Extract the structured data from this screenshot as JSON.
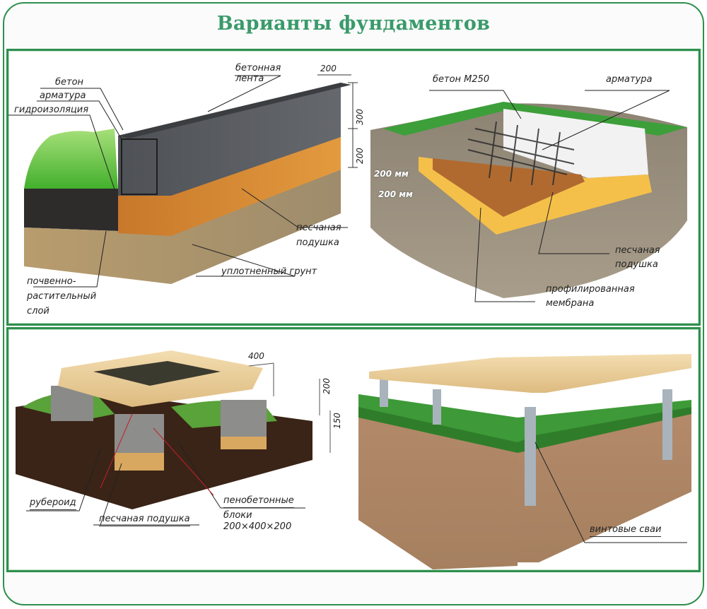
{
  "title": "Варианты фундаментов",
  "colors": {
    "frame_green": "#2f8f4e",
    "title_green": "#3a9a6a",
    "concrete": "#5a5d62",
    "sand": "#d9892f",
    "soil": "#b69a6a",
    "grass": "#4fbf3a",
    "timber": "#e8c98c",
    "dark_soil": "#3a2417"
  },
  "diagrams": [
    {
      "id": "strip-foundation",
      "labels": {
        "beton": "бетон",
        "armatura": "арматура",
        "gidroizolyaciya": "гидроизоляция",
        "betonnaya_lenta_1": "бетонная",
        "betonnaya_lenta_2": "лента",
        "peschanaya_1": "песчаная",
        "peschanaya_2": "подушка",
        "uplotnenny_grunt": "уплотненный грунт",
        "pochvenno_1": "почвенно-",
        "pochvenno_2": "растительный",
        "pochvenno_3": "слой"
      },
      "dimensions": {
        "width": "200",
        "height_concrete": "300",
        "height_sand": "200"
      }
    },
    {
      "id": "slab-foundation",
      "labels": {
        "beton_m250": "бетон М250",
        "armatura": "арматура",
        "peschanaya_1": "песчаная",
        "peschanaya_2": "подушка",
        "membrana_1": "профилированная",
        "membrana_2": "мембрана"
      },
      "dimensions": {
        "slab": "200 мм",
        "sand": "200 мм"
      }
    },
    {
      "id": "column-foundation",
      "labels": {
        "ruberoid": "рубероид",
        "peschanaya_podushka": "песчаная подушка",
        "penobeton_1": "пенобетонные",
        "penobeton_2": "блоки",
        "penobeton_3": "200×400×200"
      },
      "dimensions": {
        "beam_width": "400",
        "beam_height": "200",
        "above_ground": "150"
      }
    },
    {
      "id": "screw-pile-foundation",
      "labels": {
        "vintovye_svai": "винтовые сваи"
      }
    }
  ]
}
